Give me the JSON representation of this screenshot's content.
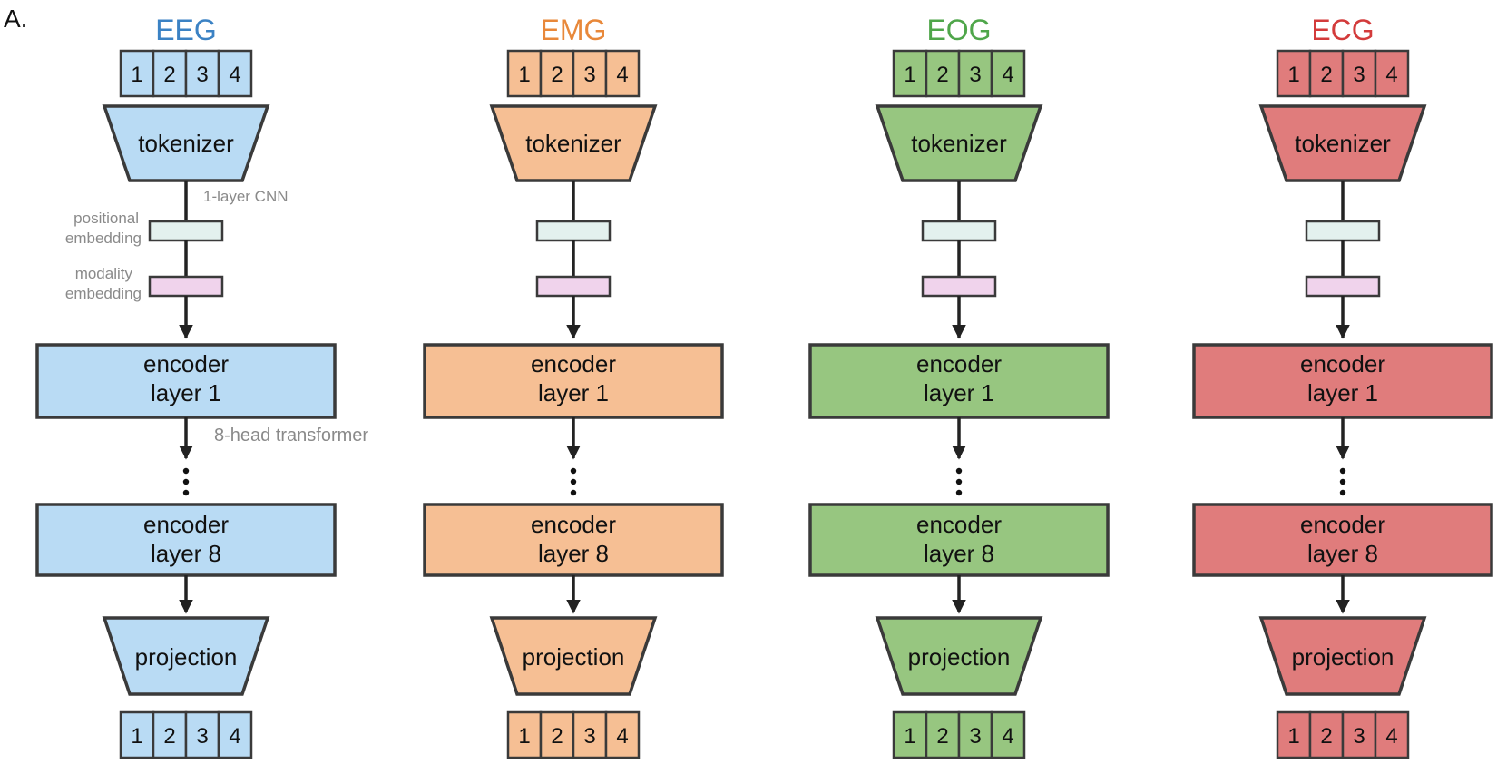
{
  "panel_label": "A.",
  "token_labels": [
    "1",
    "2",
    "3",
    "4"
  ],
  "labels": {
    "tokenizer": "tokenizer",
    "encoder_word": "encoder",
    "layer_1": "layer 1",
    "layer_8": "layer 8",
    "projection": "projection",
    "ellipsis": "⋮"
  },
  "annotations": {
    "cnn": "1-layer CNN",
    "positional_1": "positional",
    "positional_2": "embedding",
    "modality_1": "modality",
    "modality_2": "embedding",
    "transformer": "8-head transformer"
  },
  "colors": {
    "stroke": "#3a3a3a",
    "arrow": "#222222",
    "positional_embedding": "#e3f1ee",
    "modality_embedding": "#f0d3ec"
  },
  "modalities": [
    {
      "name": "EEG",
      "title_color": "#3b82c4",
      "fill": "#b9dbf4"
    },
    {
      "name": "EMG",
      "title_color": "#e8883a",
      "fill": "#f6bf94"
    },
    {
      "name": "EOG",
      "title_color": "#4fa64a",
      "fill": "#97c680"
    },
    {
      "name": "ECG",
      "title_color": "#d33b3b",
      "fill": "#e07c7c"
    }
  ]
}
